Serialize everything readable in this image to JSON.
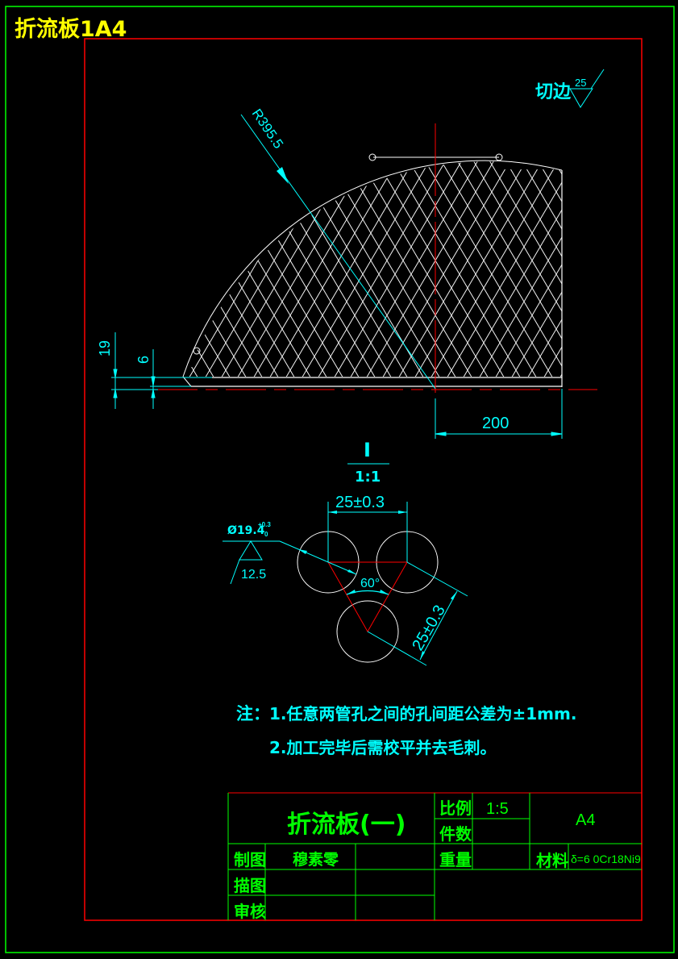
{
  "sheet": {
    "label": "折流板1A4",
    "colors": {
      "background": "#000000",
      "outer_frame": "#00ff00",
      "inner_frame": "#ff0000",
      "geometry": "#ffffff",
      "dimension": "#00ffff",
      "centerline": "#ff0000",
      "label": "#ffff00",
      "title_block_text": "#00ff00"
    }
  },
  "surface_finish": {
    "label": "切边",
    "value": "25"
  },
  "main_view": {
    "radius_dim": "R395.5",
    "height_dim_1": "19",
    "height_dim_2": "6",
    "width_dim": "200"
  },
  "detail_view": {
    "id": "I",
    "scale": "1:1",
    "pitch_horizontal": "25±0.3",
    "pitch_diagonal": "25±0.3",
    "angle": "60°",
    "hole_dia": "Ø19.4",
    "hole_tol_upper": "+0.3",
    "hole_tol_lower": "0",
    "roughness": "12.5"
  },
  "notes": {
    "prefix": "注：",
    "items": [
      "1.任意两管孔之间的孔间距公差为±1mm.",
      "2.加工完毕后需校平并去毛刺。"
    ]
  },
  "title_block": {
    "part_name": "折流板(一)",
    "scale_label": "比例",
    "scale_value": "1:5",
    "qty_label": "件数",
    "qty_value": "",
    "weight_label": "重量",
    "weight_value": "",
    "sheet_size": "A4",
    "material_label": "材料",
    "material_value": "δ=6  0Cr18Ni9",
    "drawn_label": "制图",
    "drawn_by": "穆素零",
    "traced_label": "描图",
    "traced_by": "",
    "checked_label": "审核",
    "checked_by": ""
  }
}
